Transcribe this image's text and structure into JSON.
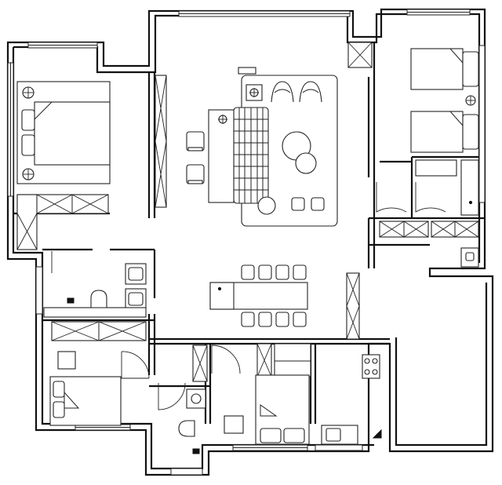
{
  "drawing": {
    "kind": "apartment floor plan",
    "labels_shown": []
  },
  "rooms": [
    {
      "id": "bedroom-west",
      "furniture": [
        "double-bed",
        "nightstand-lamps",
        "wardrobe"
      ]
    },
    {
      "id": "bedroom-south",
      "furniture": [
        "double-bed",
        "wardrobe",
        "desk"
      ]
    },
    {
      "id": "bedroom-middle",
      "furniture": [
        "single-bed",
        "desk",
        "wardrobe"
      ]
    },
    {
      "id": "bedroom-east",
      "furniture": [
        "twin-beds",
        "wardrobe"
      ]
    },
    {
      "id": "living-room",
      "furniture": [
        "sofa",
        "armchairs",
        "coffee-table",
        "tv-console",
        "rug"
      ]
    },
    {
      "id": "dining",
      "furniture": [
        "dining-table",
        "eight-chairs"
      ]
    },
    {
      "id": "kitchen",
      "furniture": [
        "stove",
        "sink",
        "counter"
      ]
    },
    {
      "id": "bathroom-west",
      "furniture": [
        "toilet",
        "double-vanity"
      ]
    },
    {
      "id": "bathroom-south",
      "furniture": [
        "toilet",
        "vanity"
      ]
    }
  ],
  "colors": {
    "line": "#111111",
    "background": "#ffffff"
  }
}
